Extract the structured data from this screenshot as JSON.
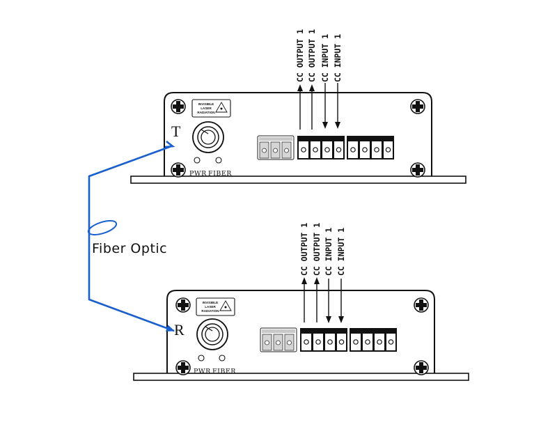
{
  "fiber_label": "Fiber Optic",
  "link_color": "#1a5fd0",
  "units": [
    {
      "id": "transmitter",
      "letter": "T",
      "warning": [
        "INVISIBLE",
        "LASER",
        "RADIATION"
      ],
      "led_labels": [
        "PWR",
        "FIBER"
      ],
      "cc_signals": [
        "CC OUTPUT 1",
        "CC OUTPUT 1",
        "CC INPUT 1",
        "CC INPUT 1"
      ]
    },
    {
      "id": "receiver",
      "letter": "R",
      "warning": [
        "INVISIBLE",
        "LASER",
        "RADIATION"
      ],
      "led_labels": [
        "PWR",
        "FIBER"
      ],
      "cc_signals": [
        "CC OUTPUT 1",
        "CC OUTPUT 1",
        "CC INPUT 1",
        "CC INPUT 1"
      ]
    }
  ]
}
